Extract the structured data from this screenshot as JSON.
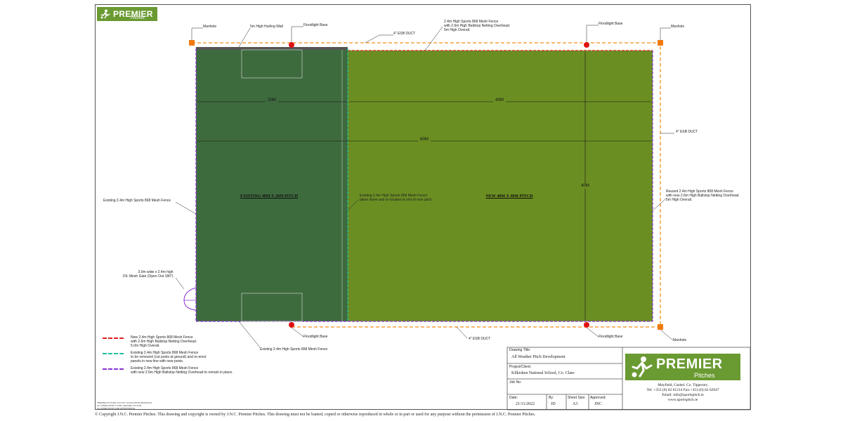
{
  "logo": {
    "brand": "PREMIER",
    "sub": "Pitches"
  },
  "labels": {
    "manhole_tl": "Manhole",
    "hurling_wall": "5m High Hurling Wall",
    "floodlight_tl": "Floodlight Base",
    "esb_duct_top": "4\" ESB DUCT",
    "fence_top_note": "2.4m High Sports 868 Mesh Fence\nwith 2.6m High Ballstop Netting Overhead.\n5m High Overall.",
    "floodlight_tr": "Floodlight Base",
    "manhole_tr": "Manhole",
    "esb_duct_right": "4\" ESB DUCT",
    "reused_fence": "Reused 2.4m High Sports 868 Mesh Fence\nwith new 2.6m High Ballstop Netting Overhead.\n5m High Overall.",
    "existing_fence_left": "Existing 2.4m High Sports 868 Mesh Fence",
    "gate": "3.0m wide x 2.4m high\nD/L Mesh Gate (Open Out 180°)",
    "existing_fence_mid": "Existing 2.4m High Sports 868 Mesh Fence\ntaken down and re-located at end of new pitch.",
    "existing_fence_bottom": "Existing 2.4m High Sports 868 Mesh Fence",
    "floodlight_bl": "Floodlight Base",
    "esb_duct_bottom": "4\" ESB DUCT",
    "floodlight_br": "Floodlight Base",
    "manhole_br": "Manhole"
  },
  "pitches": {
    "existing_title": "EXISTING 40M X 20M PITCH",
    "new_title": "NEW 40M X 40M PITCH"
  },
  "dimensions": {
    "d20": "20M",
    "d40": "40M",
    "d60": "60M",
    "d40v": "40M"
  },
  "legend": [
    {
      "color": "#e02020",
      "text": "New 2.4m High Sports 868 Mesh Fence\nwith 2.6m High Ballstop Netting Overhead.\n5.0m High Overall."
    },
    {
      "color": "#20c0a0",
      "text": "Existing 2.4m High Sports 868 Mesh Fence\nto be removed (cut posts at ground) and re-erect\npanels in new line with new posts."
    },
    {
      "color": "#8a30d0",
      "text": "Existing 2.4m High Sports 868 Mesh Fence\nwith new 2.6m High Ballstop Netting Overhead to remain in place."
    }
  ],
  "fineprint": "PREMIER PITCHES: DO NOT SCALE FROM DRAWINGS.\nALL DIMENSIONS TO BE CHECKED ON SITE.\nALL DIMENSIONS ARE APPROXIMATE.",
  "titleblock": {
    "drawing_title_h": "Drawing Title:",
    "drawing_title": "All Weather Pitch Development",
    "project_h": "Project/Client:",
    "project": "Kilkishen National School, Co. Clare",
    "job_h": "Job No:",
    "job": "",
    "date_h": "Date:",
    "date": "21/11/2022",
    "by_h": "By:",
    "by": "JD",
    "sheet_h": "Sheet Size:",
    "sheet": "A3",
    "approved_h": "Approved:",
    "approved": "JNC"
  },
  "company": {
    "brand": "PREMIER",
    "sub": "Pitches",
    "address": "Mayfield, Cashel. Co. Tipperary",
    "tel": "Tel: +353 (0) 62 61214 Fax:+353 (0) 62 62947",
    "email": "Email: info@sportspitch.ie",
    "web": "www.sportspitch.ie"
  },
  "copyright": "© Copyright J.N.C. Premier Pitches. This drawing and copyright is owned by J.N.C. Premier Pitches. This drawing must not be loaned, copied or otherwise reproduced in whole or in part or used for any purpose without the permission of J.N.C. Premier Pitches.",
  "colors": {
    "existing_pitch": "#3e6b3e",
    "new_pitch": "#6b8e23",
    "duct": "#f5a040",
    "manhole": "#f07a10",
    "floodlight": "#e01010"
  }
}
